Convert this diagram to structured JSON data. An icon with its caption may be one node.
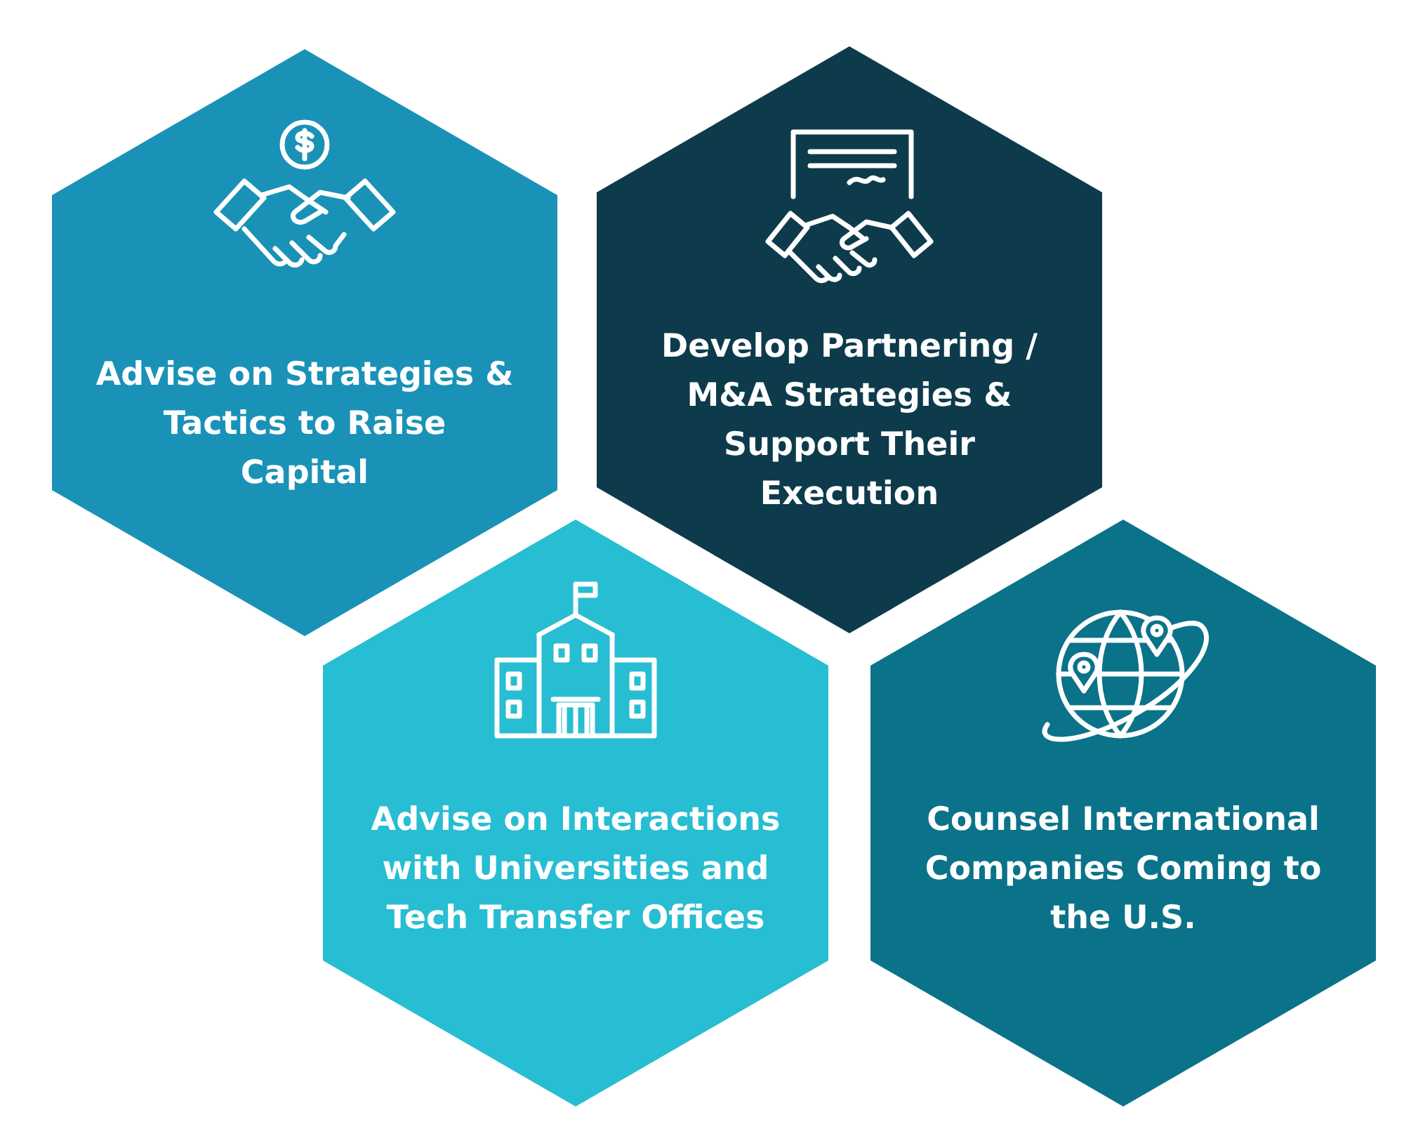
{
  "diagram": {
    "nodes": [
      {
        "text": [
          "Advise on Strategies & Tactics to Raise Capital"
        ]
      },
      {
        "text": [
          "Develop Partnering / M&A Strategies & Support Their Execution"
        ]
      },
      {
        "text": [
          "Advise on Interactions with Universities and Tech Transfer Offices"
        ]
      },
      {
        "text": [
          "Counsel International Companies Coming to the U.S."
        ]
      }
    ]
  }
}
